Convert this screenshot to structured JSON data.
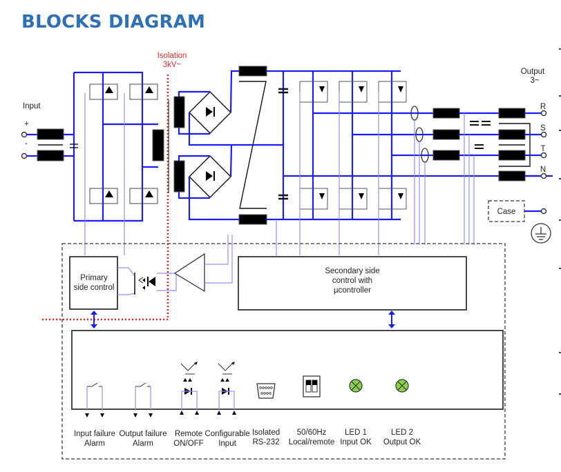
{
  "title": "BLOCKS DIAGRAM",
  "isolation": {
    "line1": "Isolation",
    "line2": "3kV~"
  },
  "input": {
    "label": "Input",
    "plus": "+",
    "minus": "-"
  },
  "output": {
    "line1": "Output",
    "line2": "3~",
    "phases": [
      "R",
      "S",
      "T",
      "N"
    ]
  },
  "case_label": "Case",
  "blocks": {
    "primary": {
      "line1": "Primary",
      "line2": "side control"
    },
    "secondary": {
      "line1": "Secondary side",
      "line2": "control with",
      "line3": "µcontroller"
    }
  },
  "interfaces": [
    {
      "line1": "Input failure",
      "line2": "Alarm",
      "icon": "relay-switch-icon"
    },
    {
      "line1": "Output failure",
      "line2": "Alarm",
      "icon": "relay-switch-icon"
    },
    {
      "line1": "Remote",
      "line2": "ON/OFF",
      "icon": "optocoupler-icon"
    },
    {
      "line1": "Configurable",
      "line2": "Input",
      "icon": "optocoupler-icon"
    },
    {
      "line1": "Isolated",
      "line2": "RS-232",
      "icon": "db9-connector-icon"
    },
    {
      "line1": "50/60Hz",
      "line2": "Local/remote",
      "icon": "dip-switch-icon"
    },
    {
      "line1": "LED 1",
      "line2": "Input OK",
      "icon": "led-icon"
    },
    {
      "line1": "LED 2",
      "line2": "Output OK",
      "icon": "led-icon"
    }
  ],
  "colors": {
    "title": "#2f70b5",
    "wire": "#1a1aff",
    "signal": "#8f8fff",
    "isolation": "#e02020",
    "led": "#8ad04c"
  }
}
